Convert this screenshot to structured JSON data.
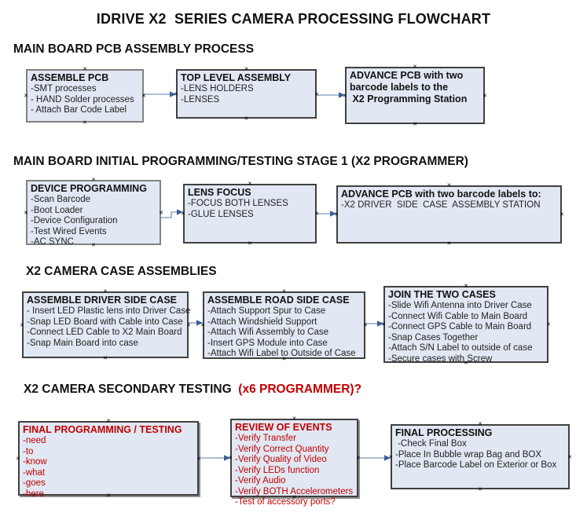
{
  "page_title": "IDRIVE X2  SERIES CAMERA PROCESSING FLOWCHART",
  "colors": {
    "box_fill": "#e1e8f3",
    "box_border": "#404040",
    "red_text": "#c00000",
    "connector_line": "#8fa8c8",
    "arrowhead": "#3a5e9c"
  },
  "sections": [
    {
      "heading": "MAIN BOARD PCB ASSEMBLY PROCESS"
    },
    {
      "heading": "MAIN BOARD INITIAL PROGRAMMING/TESTING STAGE 1 (X2 PROGRAMMER)"
    },
    {
      "heading": "X2 CAMERA CASE ASSEMBLIES"
    },
    {
      "heading": "X2 CAMERA SECONDARY TESTING ",
      "heading_red": " (x6 PROGRAMMER)?"
    }
  ],
  "boxes": [
    {
      "title": "ASSEMBLE PCB",
      "lines": [
        "-SMT processes",
        "- HAND Solder processes",
        "- Attach Bar Code Label"
      ]
    },
    {
      "title": "TOP LEVEL ASSEMBLY",
      "lines": [
        "-LENS HOLDERS",
        "-LENSES"
      ]
    },
    {
      "title": "ADVANCE PCB with two\nbarcode labels to the\n X2 Programming Station",
      "lines": []
    },
    {
      "title": "DEVICE PROGRAMMING",
      "lines": [
        "-Scan Barcode",
        "-Boot Loader",
        "-Device Configuration",
        "-Test Wired Events",
        "-AC SYNC"
      ]
    },
    {
      "title": "LENS FOCUS",
      "lines": [
        "-FOCUS BOTH LENSES",
        "-GLUE LENSES"
      ]
    },
    {
      "title": "ADVANCE PCB with two barcode labels to:",
      "lines": [
        "-X2 DRIVER  SIDE  CASE  ASSEMBLY STATION"
      ]
    },
    {
      "title": "ASSEMBLE DRIVER SIDE CASE",
      "lines": [
        "- Insert LED Plastic lens into Driver Case",
        "-Snap LED Board with Cable into Case",
        "-Connect LED Cable to X2 Main Board",
        "-Snap Main Board into case"
      ]
    },
    {
      "title": "ASSEMBLE ROAD SIDE CASE",
      "lines": [
        "-Attach Support Spur to Case",
        "-Attach Windshield Support",
        "-Attach Wifi Assembly to Case",
        "-Insert GPS Module into Case",
        "-Attach Wifi Label to Outside of Case"
      ]
    },
    {
      "title": "JOIN THE TWO CASES",
      "lines": [
        "-Slide Wifi Antenna into Driver Case",
        "-Connect Wifi Cable to Main Board",
        "-Connect GPS Cable to Main Board",
        "-Snap Cases Together",
        "-Attach S/N Label to outside of case",
        "-Secure cases with Screw"
      ]
    },
    {
      "title": "FINAL PROGRAMMING / TESTING",
      "lines": [
        "-need",
        "-to",
        "-know",
        "-what",
        "-goes",
        "-here"
      ]
    },
    {
      "title": "REVIEW OF EVENTS",
      "lines": [
        "-Verify Transfer",
        "-Verify Correct Quantity",
        "-Verify Quality of Video",
        "-Verify LEDs function",
        "-Verify Audio",
        "-Verify BOTH Accelerometers",
        "-Test of accessory ports?"
      ]
    },
    {
      "title": "FINAL PROCESSING",
      "lines": [
        " -Check Final Box",
        "-Place In Bubble wrap Bag and BOX",
        "-Place Barcode Label on Exterior or Box"
      ]
    }
  ]
}
